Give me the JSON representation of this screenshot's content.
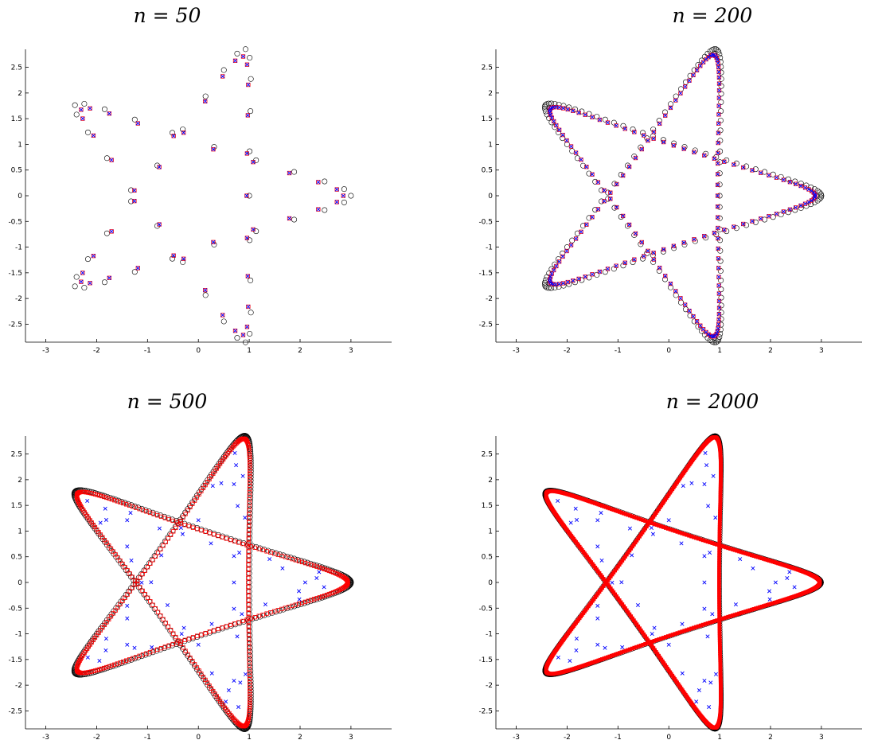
{
  "chart_data": [
    {
      "type": "scatter",
      "title": "n = 50",
      "n": 50,
      "xlim": [
        -3.4,
        3.8
      ],
      "ylim": [
        -2.85,
        2.85
      ],
      "xticks": [
        -3,
        -2,
        -1,
        0,
        1,
        2,
        3
      ],
      "yticks": [
        2.5,
        2,
        1.5,
        1,
        0.5,
        0,
        -0.5,
        -1,
        -1.5,
        -2,
        -2.5
      ],
      "grid": false,
      "series": [
        {
          "marker": "circle",
          "color": "#000000",
          "description_of_shape": "rim points of star boundary"
        },
        {
          "marker": "square",
          "color": "#ff0000"
        },
        {
          "marker": "cross",
          "color": "#0000ff"
        }
      ]
    },
    {
      "type": "scatter",
      "title": "n = 200",
      "n": 200,
      "xlim": [
        -3.4,
        3.8
      ],
      "ylim": [
        -2.85,
        2.85
      ],
      "xticks": [
        -3,
        -2,
        -1,
        0,
        1,
        2,
        3
      ],
      "yticks": [
        2.5,
        2,
        1.5,
        1,
        0.5,
        0,
        -0.5,
        -1,
        -1.5,
        -2,
        -2.5
      ],
      "grid": false,
      "series": [
        {
          "marker": "circle",
          "color": "#000000"
        },
        {
          "marker": "square",
          "color": "#ff0000"
        },
        {
          "marker": "cross",
          "color": "#0000ff"
        }
      ]
    },
    {
      "type": "scatter",
      "title": "n = 500",
      "n": 500,
      "xlim": [
        -3.4,
        3.8
      ],
      "ylim": [
        -2.85,
        2.85
      ],
      "xticks": [
        -3,
        -2,
        -1,
        0,
        1,
        2,
        3
      ],
      "yticks": [
        2.5,
        2,
        1.5,
        1,
        0.5,
        0,
        -0.5,
        -1,
        -1.5,
        -2,
        -2.5
      ],
      "grid": false,
      "series": [
        {
          "marker": "circle",
          "color": "#000000"
        },
        {
          "marker": "square",
          "color": "#ff0000"
        },
        {
          "marker": "cross",
          "color": "#0000ff"
        }
      ]
    },
    {
      "type": "scatter",
      "title": "n = 2000",
      "n": 2000,
      "xlim": [
        -3.4,
        3.8
      ],
      "ylim": [
        -2.85,
        2.85
      ],
      "xticks": [
        -3,
        -2,
        -1,
        0,
        1,
        2,
        3
      ],
      "yticks": [
        2.5,
        2,
        1.5,
        1,
        0.5,
        0,
        -0.5,
        -1,
        -1.5,
        -2,
        -2.5
      ],
      "grid": false,
      "series": [
        {
          "marker": "circle",
          "color": "#000000"
        },
        {
          "marker": "square",
          "color": "#ff0000"
        },
        {
          "marker": "cross",
          "color": "#0000ff"
        }
      ]
    }
  ]
}
